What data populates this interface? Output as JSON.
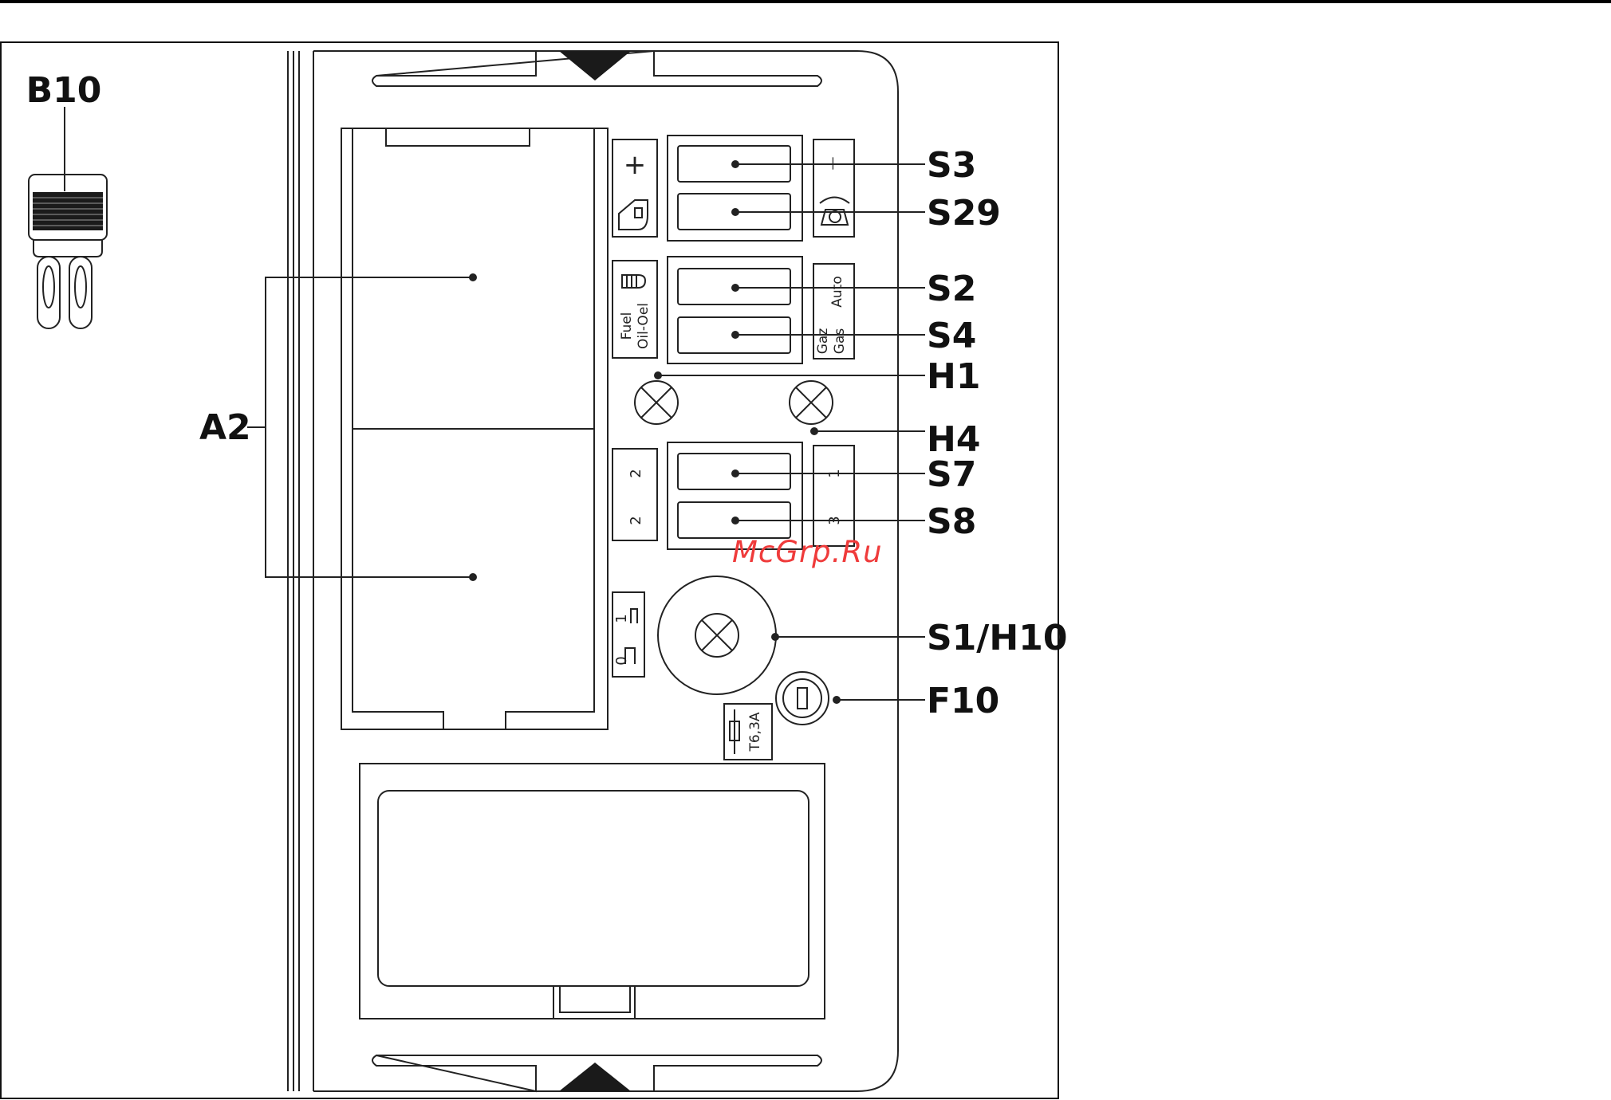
{
  "callouts": {
    "b10": "B10",
    "a2": "A2",
    "s3": "S3",
    "s29": "S29",
    "s2": "S2",
    "s4": "S4",
    "h1": "H1",
    "h4": "H4",
    "s7": "S7",
    "s8": "S8",
    "s1h10": "S1/H10",
    "f10": "F10"
  },
  "panel_labels": {
    "plus": "+",
    "minus": "—",
    "fuel": "Fuel",
    "oil_oel": "Oil-Oel",
    "gaz": "Gaz",
    "gas": "Gas",
    "auto": "Auto",
    "stage_left_top": "2",
    "stage_left_bottom": "2",
    "stage_right_top": "1",
    "stage_right_bottom": "3",
    "switch_one": "1",
    "switch_zero": "0",
    "fuse_rating": "T6,3A"
  },
  "watermark": "McGrp.Ru",
  "icons": [
    "hand-icon",
    "flame-icon",
    "telephone-icon",
    "lamp-icon",
    "fuse-icon",
    "push-switch-icon"
  ],
  "colors": {
    "line": "#222222",
    "watermark": "#ef3b3b"
  }
}
